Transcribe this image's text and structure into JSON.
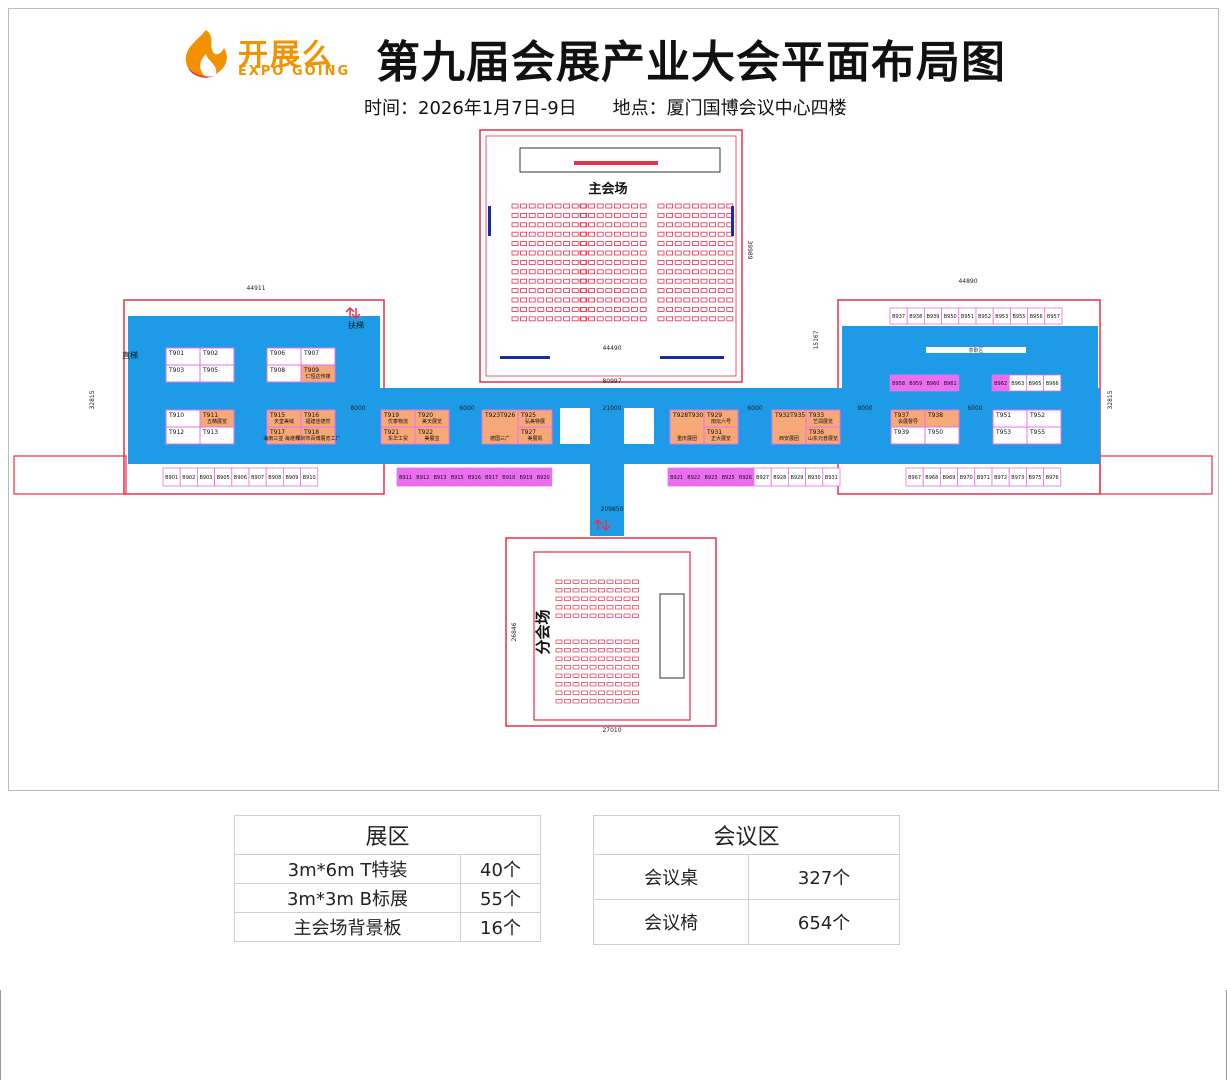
{
  "header": {
    "logo_cn": "开展么",
    "logo_en": "EXPO GOING",
    "title": "第九届会展产业大会平面布局图",
    "subtitle": "时间：2026年1月7日-9日　　地点：厦门国博会议中心四楼"
  },
  "colors": {
    "hall": "#1e9be6",
    "wall": "#e8304a",
    "booth_t": "#f6a977",
    "booth_b": "#e96ff0",
    "seat": "#e8304a",
    "logo": "#f39200"
  },
  "plan": {
    "main_hall_label": "主会场",
    "branch_hall_label": "分会场",
    "escalator_label": "扶梯",
    "elevator_label": "直梯",
    "tea_area_label": "茶歇区",
    "dims": {
      "main_hall_width": "44490",
      "main_hall_depth": "39989",
      "left_width": "44911",
      "right_width": "44890",
      "side_depth": "32815",
      "center_span": "80997",
      "total_width": "209850",
      "branch_width": "27010",
      "branch_depth": "26846",
      "corridor_depth": "15167",
      "gap_a": "8000",
      "gap_b": "6000",
      "gap_c": "21000",
      "gap_d": "9000"
    },
    "t_booths_left": [
      {
        "id": "T901",
        "name": ""
      },
      {
        "id": "T902",
        "name": ""
      },
      {
        "id": "T903",
        "name": ""
      },
      {
        "id": "T905",
        "name": ""
      },
      {
        "id": "T906",
        "name": ""
      },
      {
        "id": "T907",
        "name": ""
      },
      {
        "id": "T908",
        "name": ""
      },
      {
        "id": "T909",
        "name": "仁恒达传媒"
      },
      {
        "id": "T910",
        "name": ""
      },
      {
        "id": "T911",
        "name": "五精展览"
      },
      {
        "id": "T912",
        "name": ""
      },
      {
        "id": "T913",
        "name": ""
      },
      {
        "id": "T915",
        "name": "天堂美域"
      },
      {
        "id": "T916",
        "name": "福建佳德然"
      },
      {
        "id": "T917",
        "name": "海南三亚 海港开幕"
      },
      {
        "id": "T918",
        "name": "深圳市百博展览工厂"
      },
      {
        "id": "T919",
        "name": "优泰物流"
      },
      {
        "id": "T920",
        "name": "美天展览"
      },
      {
        "id": "T921",
        "name": "东华工贸"
      },
      {
        "id": "T922",
        "name": "美展宝"
      },
      {
        "id": "T923T926",
        "name": "德国三广"
      },
      {
        "id": "T925",
        "name": "弘美特展"
      },
      {
        "id": "T927",
        "name": "美展凯"
      }
    ],
    "t_booths_right": [
      {
        "id": "T928T930",
        "name": "重庆展团"
      },
      {
        "id": "T929",
        "name": "南坛六号"
      },
      {
        "id": "T931",
        "name": "正大展览"
      },
      {
        "id": "T932T935",
        "name": "西安展团"
      },
      {
        "id": "T933",
        "name": "艺润展览"
      },
      {
        "id": "T936",
        "name": "山东元普展览"
      },
      {
        "id": "T937",
        "name": "会展督导"
      },
      {
        "id": "T938",
        "name": ""
      },
      {
        "id": "T939",
        "name": ""
      },
      {
        "id": "T950",
        "name": ""
      },
      {
        "id": "T951",
        "name": ""
      },
      {
        "id": "T952",
        "name": ""
      },
      {
        "id": "T953",
        "name": ""
      },
      {
        "id": "T955",
        "name": ""
      }
    ],
    "b_booths_bottom_left": [
      "B901",
      "B902",
      "B903",
      "B905",
      "B906",
      "B907",
      "B908",
      "B909",
      "B910"
    ],
    "b_booths_center_left": [
      "B911",
      "B912",
      "B913",
      "B915",
      "B916",
      "B917",
      "B918",
      "B919",
      "B920"
    ],
    "b_booths_center_right": [
      "B921",
      "B922",
      "B923",
      "B925",
      "B926",
      "B927",
      "B928",
      "B929",
      "B930",
      "B931"
    ],
    "b_booths_bottom_right": [
      "B967",
      "B968",
      "B969",
      "B970",
      "B971",
      "B972",
      "B973",
      "B975",
      "B976"
    ],
    "b_booths_top_right": [
      "B937",
      "B938",
      "B939",
      "B950",
      "B951",
      "B952",
      "B953",
      "B955",
      "B956",
      "B957"
    ],
    "b_booths_mid_right": [
      "B958",
      "B959",
      "B960",
      "B961",
      "B962",
      "B963",
      "B965",
      "B966"
    ]
  },
  "exhibit_table": {
    "title": "展区",
    "rows": [
      {
        "label": "3m*6m T特装",
        "value": "40个"
      },
      {
        "label": "3m*3m B标展",
        "value": "55个"
      },
      {
        "label": "主会场背景板",
        "value": "16个"
      }
    ]
  },
  "meeting_table": {
    "title": "会议区",
    "rows": [
      {
        "label": "会议桌",
        "value": "327个"
      },
      {
        "label": "会议椅",
        "value": "654个"
      }
    ]
  }
}
